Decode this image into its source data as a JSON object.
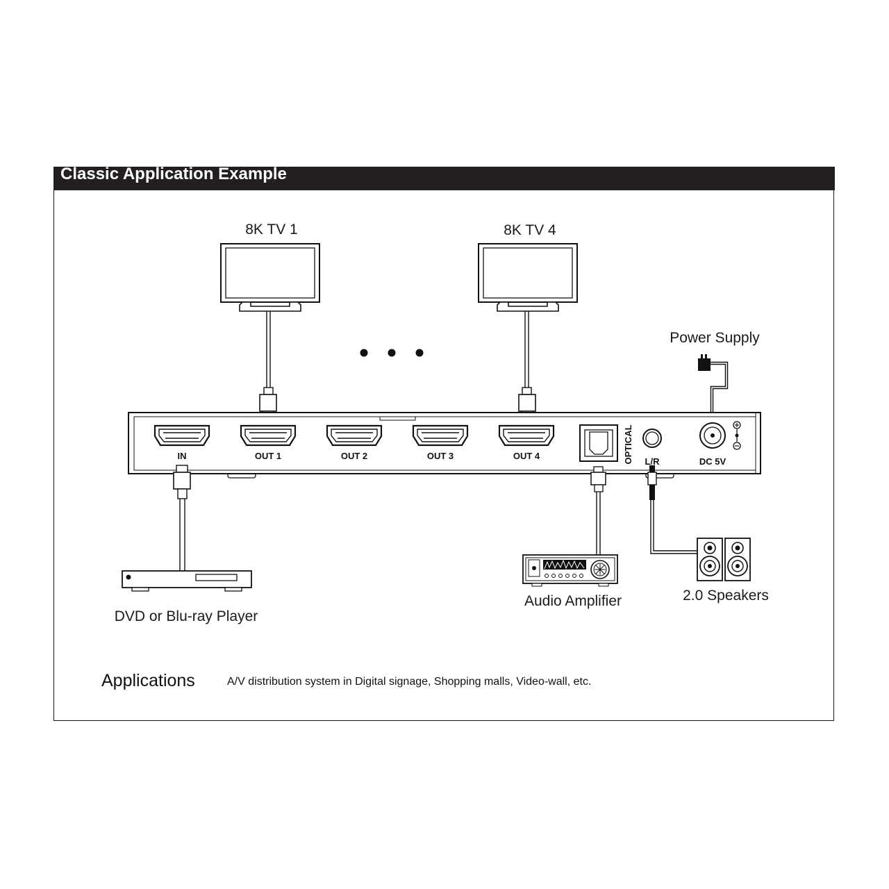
{
  "header": {
    "title": "Classic Application Example"
  },
  "devices": {
    "tv1": "8K TV 1",
    "tv4": "8K TV 4",
    "power_supply": "Power Supply",
    "source": "DVD or Blu-ray Player",
    "amplifier": "Audio Amplifier",
    "speakers": "2.0 Speakers"
  },
  "ports": {
    "in": "IN",
    "out1": "OUT 1",
    "out2": "OUT 2",
    "out3": "OUT 3",
    "out4": "OUT 4",
    "optical": "OPTICAL",
    "lr": "L/R",
    "dc": "DC 5V"
  },
  "applications": {
    "heading": "Applications",
    "text": "A/V distribution system in Digital signage, Shopping malls, Video-wall, etc."
  },
  "icons": {
    "tv": "tv-icon",
    "splitter": "hdmi-splitter-icon",
    "player": "blu-ray-player-icon",
    "amplifier": "audio-amplifier-icon",
    "speaker": "speaker-icon",
    "power": "power-adapter-icon",
    "ellipsis": "ellipsis-icon"
  },
  "colors": {
    "header_bg": "#231f20",
    "header_text": "#ffffff",
    "line": "#1a1a1a"
  }
}
